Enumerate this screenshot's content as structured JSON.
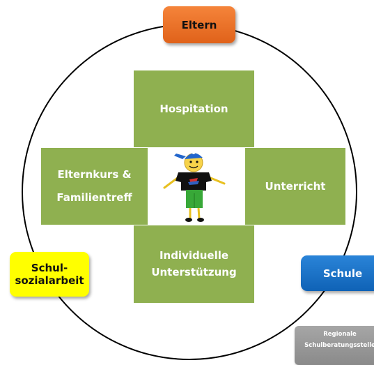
{
  "nodes": {
    "eltern": "Eltern",
    "hospitation": "Hospitation",
    "elternkurs_line1": "Elternkurs &",
    "elternkurs_line2": "Familientreff",
    "unterricht": "Unterricht",
    "individuelle_line1": "Individuelle",
    "individuelle_line2": "Unterstützung",
    "schulsozial_line1": "Schul-",
    "schulsozial_line2": "sozialarbeit",
    "schule": "Schule",
    "regionale_line1": "Regionale",
    "regionale_line2": "Schulberatungsstelle"
  },
  "colors": {
    "green": "#8fb050",
    "orange": "#f07a2c",
    "yellow": "#ffff00",
    "blue": "#1a70c6",
    "grey": "#999999"
  },
  "illustration": "cartoon-child-with-blue-cap"
}
